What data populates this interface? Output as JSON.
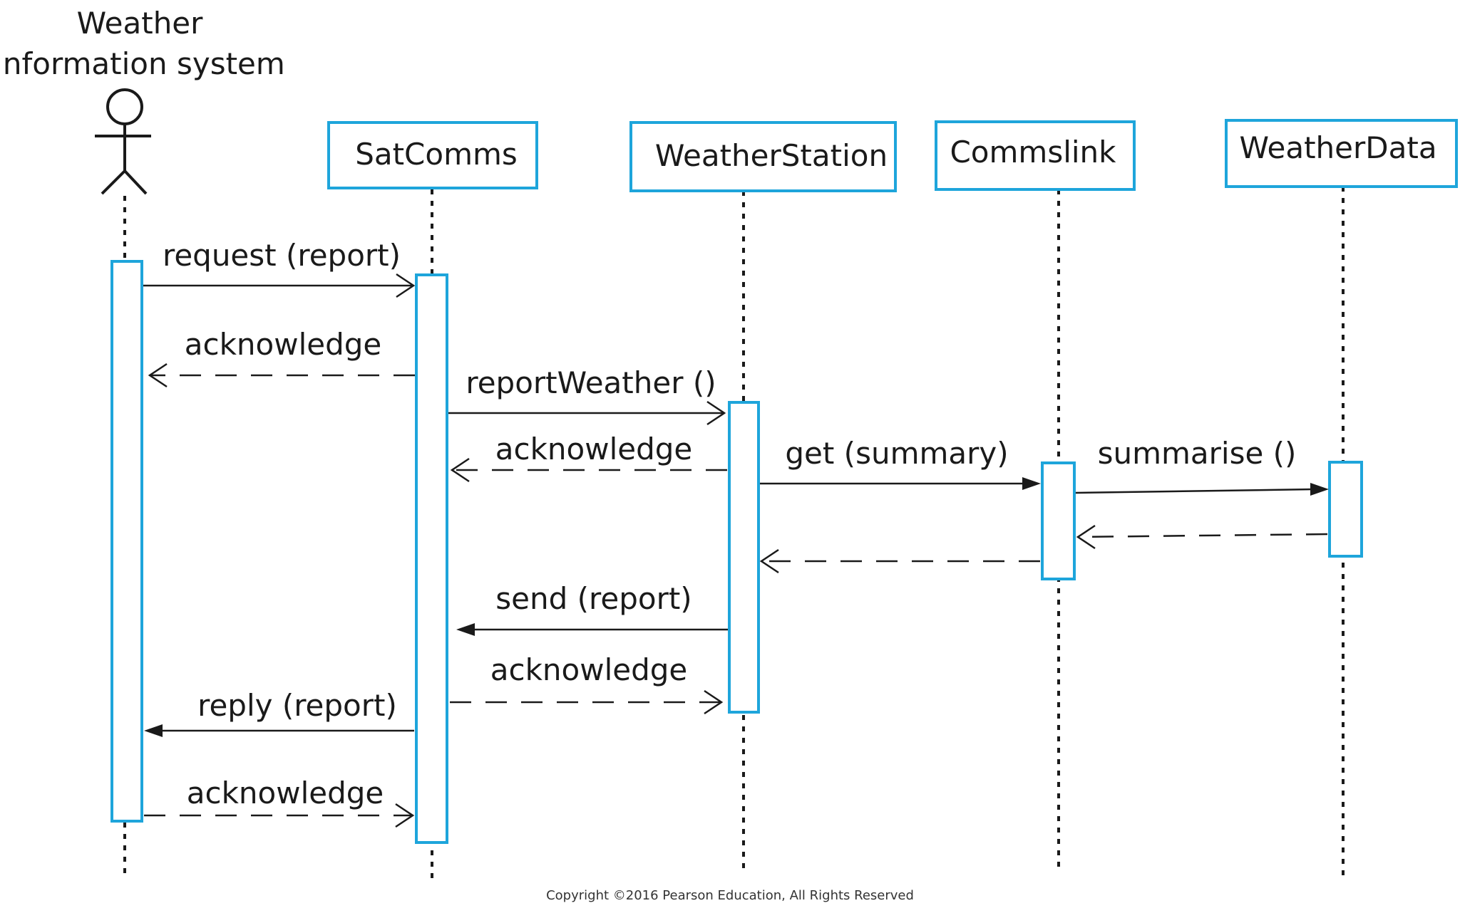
{
  "actor": {
    "name_line1": "Weather",
    "name_line2": "information system"
  },
  "objects": [
    {
      "id": "satcomms",
      "label": "SatComms"
    },
    {
      "id": "weatherstation",
      "label": "WeatherStation"
    },
    {
      "id": "commslink",
      "label": "Commslink"
    },
    {
      "id": "weatherdata",
      "label": "WeatherData"
    }
  ],
  "messages": [
    {
      "id": "m1",
      "label": "request (report)",
      "style": "solid-open"
    },
    {
      "id": "m2",
      "label": "acknowledge",
      "style": "dashed-open"
    },
    {
      "id": "m3",
      "label": "reportWeather ()",
      "style": "solid-open"
    },
    {
      "id": "m4",
      "label": "acknowledge",
      "style": "dashed-open"
    },
    {
      "id": "m5",
      "label": "get (summary)",
      "style": "solid-filled"
    },
    {
      "id": "m6",
      "label": "summarise ()",
      "style": "solid-filled"
    },
    {
      "id": "m7",
      "label": "",
      "style": "dashed-open"
    },
    {
      "id": "m8",
      "label": "",
      "style": "dashed-open"
    },
    {
      "id": "m9",
      "label": "send (report)",
      "style": "solid-filled"
    },
    {
      "id": "m10",
      "label": "acknowledge",
      "style": "dashed-open"
    },
    {
      "id": "m11",
      "label": "reply (report)",
      "style": "solid-filled"
    },
    {
      "id": "m12",
      "label": "acknowledge",
      "style": "dashed-open"
    }
  ],
  "footer": {
    "copyright": "Copyright ©2016 Pearson Education, All Rights Reserved"
  },
  "colors": {
    "accent": "#1ea5db",
    "line": "#1a1a1a"
  }
}
